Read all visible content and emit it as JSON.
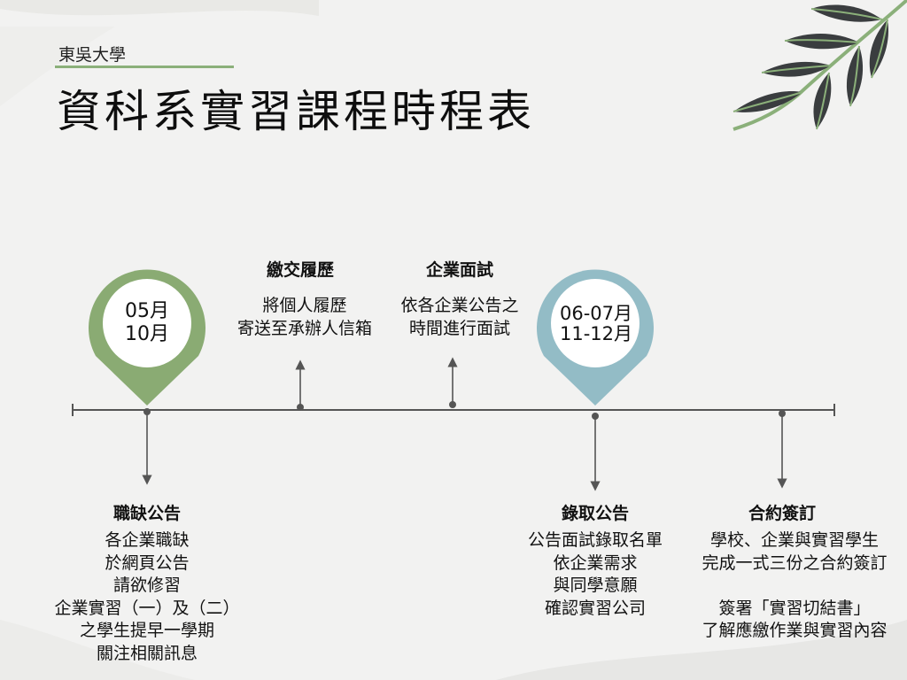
{
  "header": {
    "org": "東吳大學",
    "title": "資科系實習課程時程表"
  },
  "colors": {
    "green": "#8aab73",
    "blue": "#93bcc6",
    "line": "#555555",
    "leaf_dark": "#3a3d3f",
    "leaf_green": "#8bb07a"
  },
  "pins": [
    {
      "lines": [
        "05月",
        "10月"
      ]
    },
    {
      "lines": [
        "06-07月",
        "11-12月"
      ]
    }
  ],
  "events": [
    {
      "title": "職缺公告",
      "lines": [
        "各企業職缺",
        "於網頁公告",
        "請欲修習",
        "企業實習（一）及（二）",
        "之學生提早一學期",
        "關注相關訊息"
      ]
    },
    {
      "title": "繳交履歷",
      "lines": [
        "將個人履歷",
        "寄送至承辦人信箱"
      ]
    },
    {
      "title": "企業面試",
      "lines": [
        "依各企業公告之",
        "時間進行面試"
      ]
    },
    {
      "title": "錄取公告",
      "lines": [
        "公告面試錄取名單",
        "依企業需求",
        "與同學意願",
        "確認實習公司"
      ]
    },
    {
      "title": "合約簽訂",
      "lines": [
        "學校、企業與實習學生",
        "完成一式三份之合約簽訂",
        "",
        "簽署「實習切結書」",
        "了解應繳作業與實習內容"
      ]
    }
  ]
}
